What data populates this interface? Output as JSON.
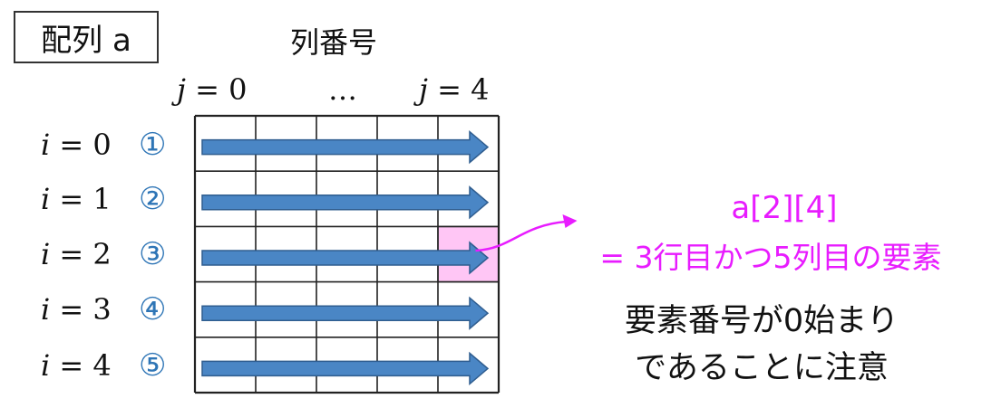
{
  "title": "配列 a",
  "column_caption": "列番号",
  "column_labels": {
    "first": {
      "var": "j",
      "rest": " = 0"
    },
    "ellipsis": "…",
    "last": {
      "var": "j",
      "rest": " = 4"
    }
  },
  "rows": [
    {
      "var": "i",
      "rest": " = 0",
      "num": "①"
    },
    {
      "var": "i",
      "rest": " = 1",
      "num": "②"
    },
    {
      "var": "i",
      "rest": " = 2",
      "num": "③"
    },
    {
      "var": "i",
      "rest": " = 3",
      "num": "④"
    },
    {
      "var": "i",
      "rest": " = 4",
      "num": "⑤"
    }
  ],
  "grid": {
    "rows": 5,
    "cols": 5,
    "highlight": {
      "row": 2,
      "col": 4
    }
  },
  "annotation": {
    "element": "a[2][4]",
    "description": "= 3行目かつ5列目の要素"
  },
  "note": {
    "line1": "要素番号が0始まり",
    "line2": "であることに注意"
  },
  "colors": {
    "arrow_fill": "#4a86c5",
    "arrow_stroke": "#2f5d8f",
    "highlight_fill": "#ffc6f5",
    "highlight_stroke": "#555555",
    "accent": "#e81cff",
    "row_number": "#2e75b6"
  }
}
